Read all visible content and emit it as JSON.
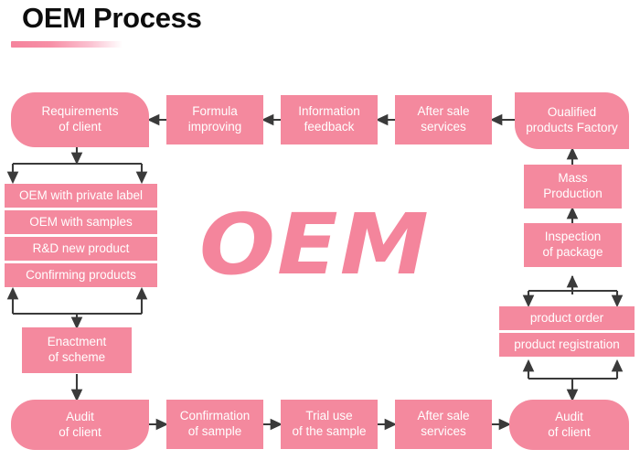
{
  "header": {
    "title": "OEM Process",
    "underline_color": "#f5839c"
  },
  "watermark": {
    "text": "OEM",
    "color": "#f4859c"
  },
  "theme": {
    "node_fill": "#f4899e",
    "node_text": "#ffffff",
    "arrow_color": "#3a3a3a",
    "background": "#ffffff"
  },
  "nodes": {
    "requirements_of_client": "Requirements\nof client",
    "formula_improving": "Formula\nimproving",
    "information_feedback": "Information\nfeedback",
    "after_sale_services_top": "After sale\nservices",
    "qualified_products_factory": "Oualified\nproducts Factory",
    "oem_with_private_label": "OEM with private label",
    "oem_with_samples": "OEM with samples",
    "rd_new_product": "R&D new product",
    "confirming_products": "Confirming products",
    "enactment_of_scheme": "Enactment\nof scheme",
    "audit_of_client_left": "Audit\nof client",
    "confirmation_of_sample": "Confirmation\nof sample",
    "trial_use_of_the_sample": "Trial use\nof the sample",
    "after_sale_services_bottom": "After sale\nservices",
    "audit_of_client_right": "Audit\nof client",
    "mass_production": "Mass\nProduction",
    "inspection_of_package": "Inspection\nof package",
    "product_order": "product order",
    "product_registration": "product registration"
  }
}
